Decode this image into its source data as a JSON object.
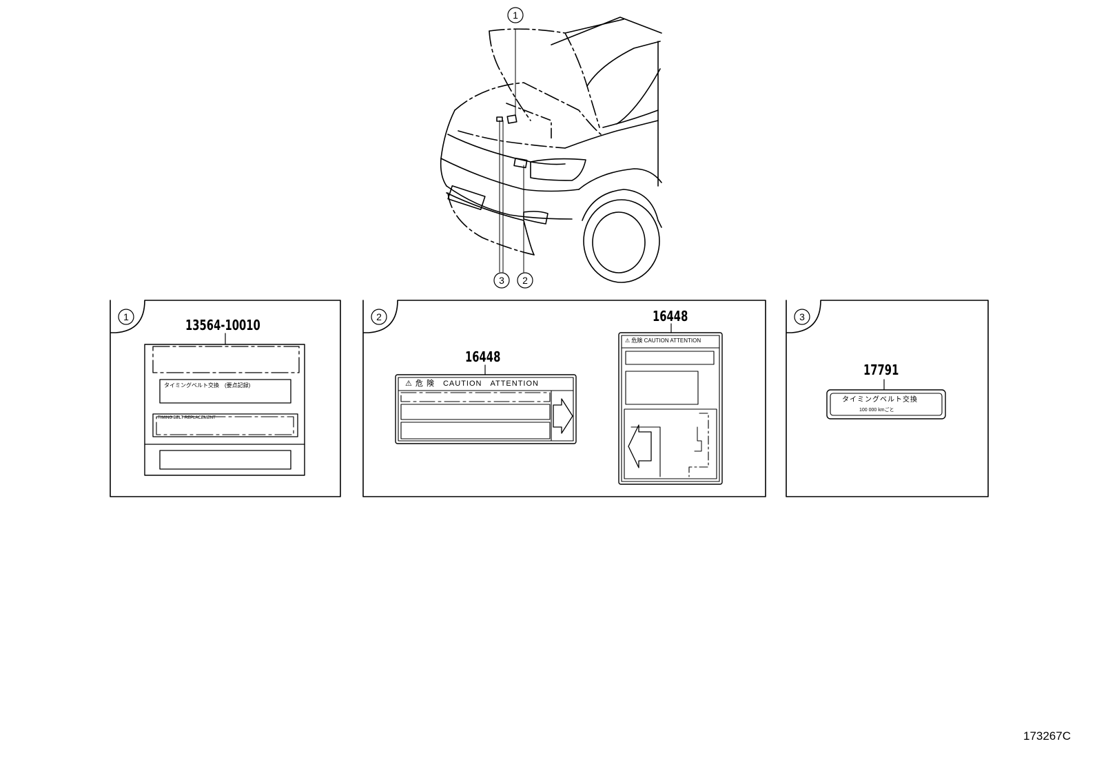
{
  "figure_id": "173267C",
  "vehicle": {
    "callouts": [
      "1",
      "2",
      "3"
    ]
  },
  "panels": [
    {
      "index": "1",
      "part_number": "13564-10010",
      "label_lines": [
        "タイミングベルト交換　(要点記録)",
        "TIMING BELT REPLACEMENT"
      ]
    },
    {
      "index": "2",
      "labels": [
        {
          "part_number": "16448",
          "header": "⚠ 危 険　CAUTION　ATTENTION"
        },
        {
          "part_number": "16448",
          "header": "⚠ 危険 CAUTION ATTENTION"
        }
      ]
    },
    {
      "index": "3",
      "part_number": "17791",
      "line1": "タイミングベルト交換",
      "line2": "100 000 kmごと"
    }
  ]
}
